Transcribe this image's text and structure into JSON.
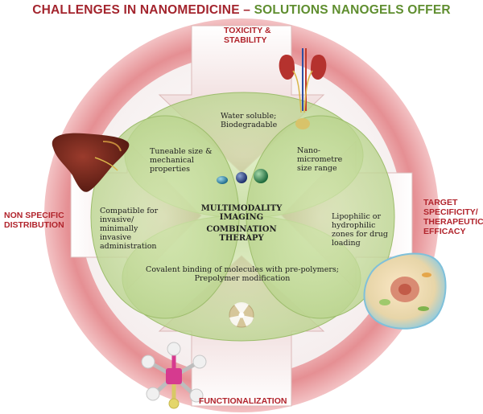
{
  "title": {
    "left": "CHALLENGES IN  NANOMEDICINE –",
    "right": "SOLUTIONS  NANOGELS OFFER"
  },
  "challenges": {
    "top": [
      "TOXICITY &",
      "STABILITY"
    ],
    "left": [
      "NON SPECIFIC",
      "DISTRIBUTION"
    ],
    "right": [
      "TARGET",
      "SPECIFICITY/",
      "THERAPEUTIC",
      "EFFICACY"
    ],
    "bottom": "FUNCTIONALIZATION"
  },
  "solutions": {
    "top": [
      "Water soluble;",
      "Biodegradable"
    ],
    "top_left": [
      "Tuneable size &",
      "mechanical",
      "properties"
    ],
    "top_right": [
      "Nano-",
      "micrometre",
      "size range"
    ],
    "left": [
      "Compatible for",
      "invasive/",
      "minimally",
      "invasive",
      "administration"
    ],
    "right": [
      "Lipophilic or",
      "hydrophilic",
      "zones for drug",
      "loading"
    ],
    "bottom": [
      "Covalent binding of molecules with pre-polymers;",
      "Prepolymer modification"
    ]
  },
  "center": {
    "line1": "MULTIMODALITY",
    "line2": "IMAGING",
    "line3": "COMBINATION",
    "line4": "THERAPY"
  },
  "colors": {
    "title_red": "#a3242d",
    "title_green": "#5f8e2f",
    "ring_pink": "#e9a2a4",
    "circle_green": "#c9dfa2",
    "label_red": "#b1242c"
  },
  "icons": {
    "top": "kidney-icon",
    "left": "liver-icon",
    "right": "cell-icon",
    "bottom_center": "radiation-icon",
    "bottom_left": "molecule-icon",
    "center": "nanoparticle-spheres"
  }
}
